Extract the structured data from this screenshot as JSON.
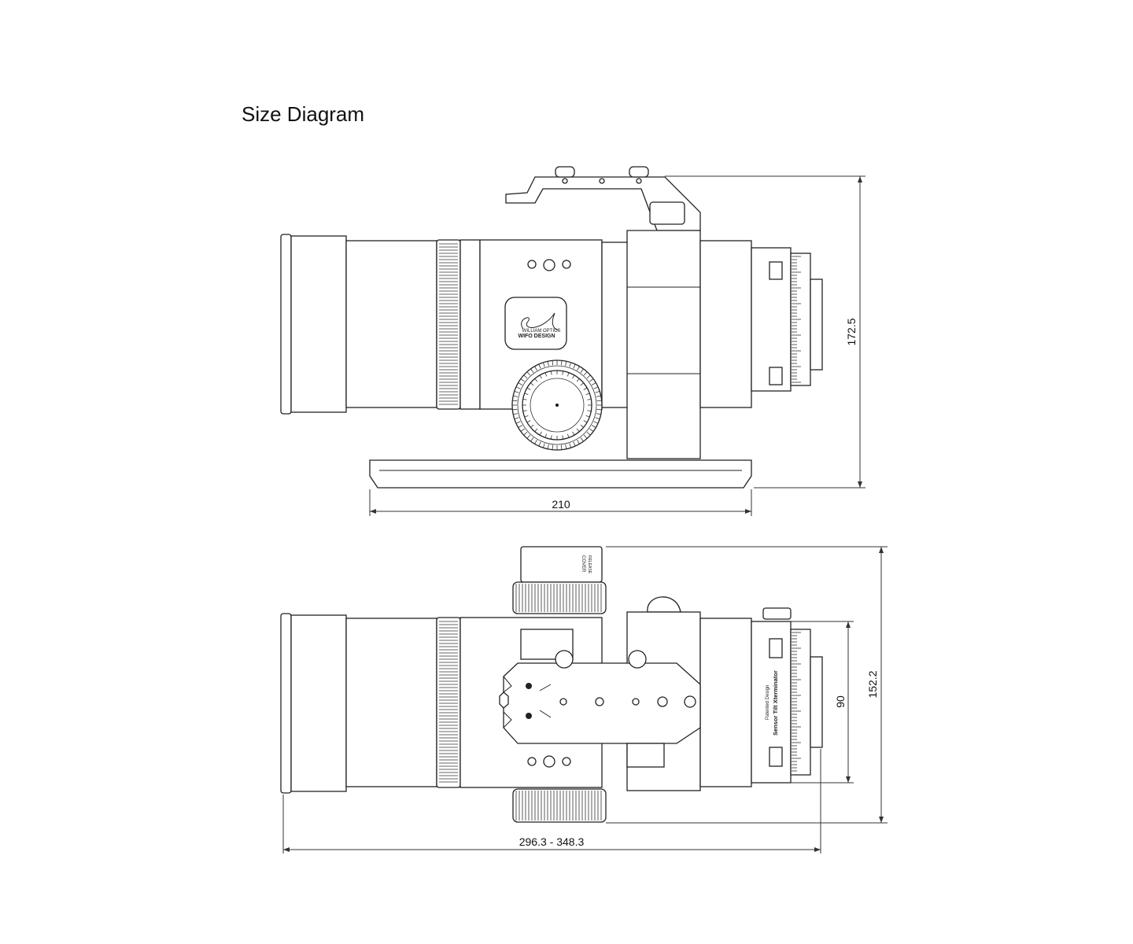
{
  "title": "Size Diagram",
  "side_view": {
    "logo_brand": "WILLIAM OPTICS",
    "logo_text": "WIFO DESIGN",
    "width_label": "210",
    "height_label": "172.5"
  },
  "top_view": {
    "cover_label": "COVER",
    "release_label": "RELEASE",
    "patent_label": "Patented Design",
    "product_label": "Sensor Tilt Xterminator",
    "length_label": "296.3 - 348.3",
    "height_label": "152.2",
    "plate_label": "90"
  }
}
